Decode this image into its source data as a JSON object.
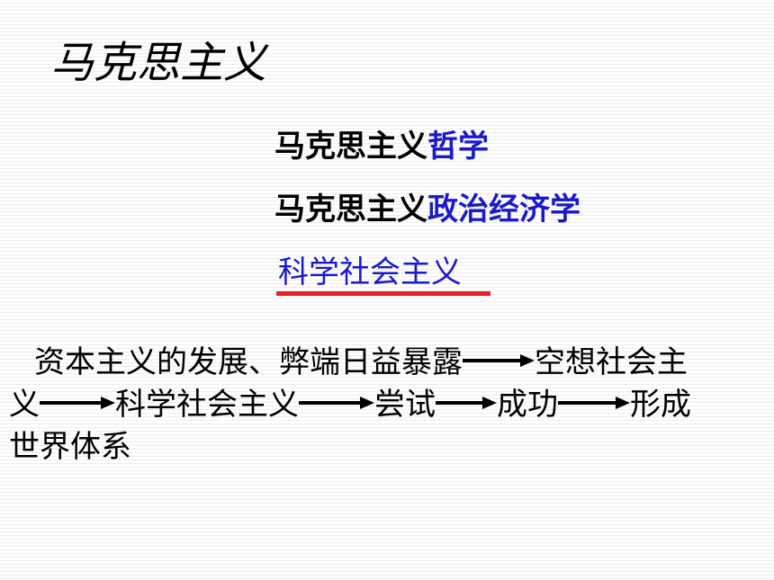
{
  "title": "马克思主义",
  "components": [
    {
      "prefix": "马克思主义",
      "highlight": "哲学"
    },
    {
      "prefix": "马克思主义",
      "highlight": "政治经济学"
    },
    {
      "highlight": "科学社会主义"
    }
  ],
  "flow": {
    "step1": "资本主义的发展、弊端日益暴露",
    "step2": "空想社会主义",
    "step2_line1": "空想社会主",
    "step2_line2": "义",
    "step3": "科学社会主义",
    "step4": "尝试",
    "step5": "成功",
    "step6": "形成世界体系",
    "step6_line1": "形成",
    "step6_line2": "世界体系"
  },
  "colors": {
    "highlight": "#1a1acc",
    "underline": "#e8202a"
  }
}
